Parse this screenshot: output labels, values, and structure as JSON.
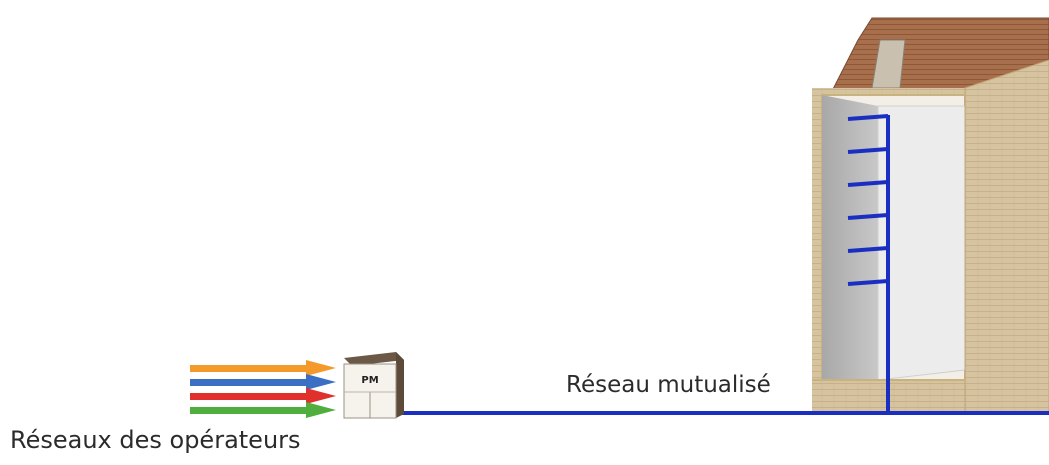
{
  "labels": {
    "operators_networks": "Réseaux des opérateurs",
    "shared_network": "Réseau mutualisé",
    "cabinet_code": "PM"
  },
  "operators": [
    {
      "color": "#f39a2b"
    },
    {
      "color": "#3a6fc4"
    },
    {
      "color": "#e0302c"
    },
    {
      "color": "#4fae3d"
    }
  ],
  "floor_branches": 6,
  "colors": {
    "network_line": "#1a2fc2",
    "building_wall": "#d9c7a3",
    "building_shaft": "#b4b4b4",
    "roof": "#a06a48"
  }
}
